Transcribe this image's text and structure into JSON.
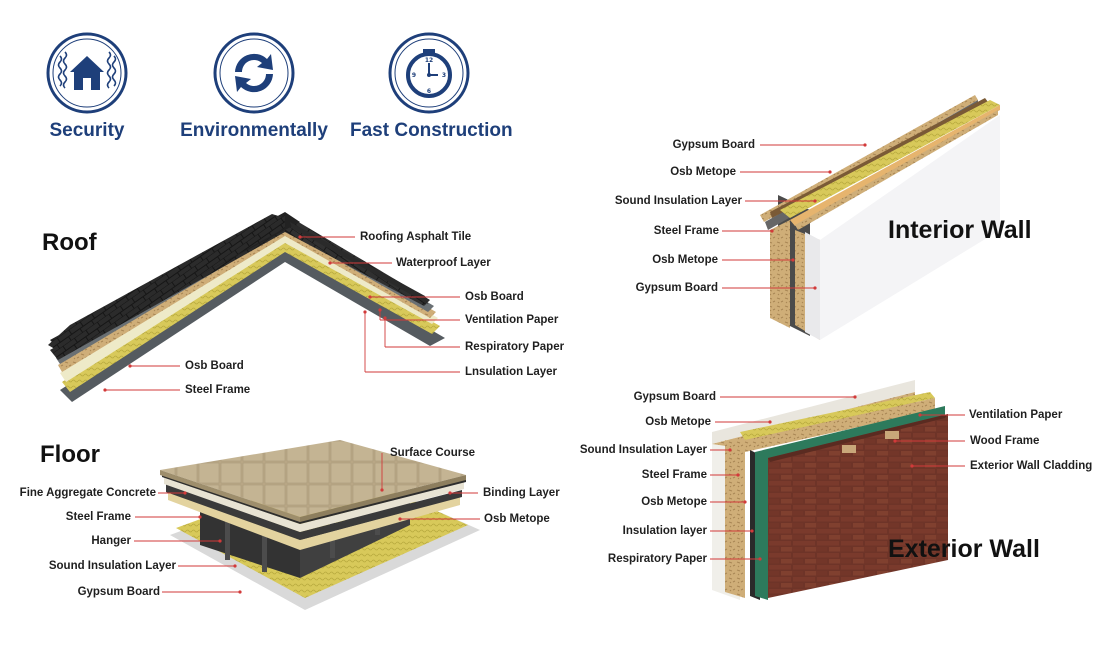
{
  "features": [
    {
      "label": "Security",
      "icon": "house-shield-icon"
    },
    {
      "label": "Environmentally",
      "icon": "recycle-arrows-icon"
    },
    {
      "label": "Fast Construction",
      "icon": "clock-icon"
    }
  ],
  "colors": {
    "brand": "#1e3f7a",
    "leader": "#d23a3a"
  },
  "roof": {
    "title": "Roof",
    "labels": [
      "Roofing Asphalt Tile",
      "Waterproof Layer",
      "Osb Board",
      "Ventilation Paper",
      "Respiratory Paper",
      "Lnsulation Layer",
      "Osb Board",
      "Steel Frame"
    ]
  },
  "floor": {
    "title": "Floor",
    "labels": [
      "Surface Course",
      "Fine Aggregate Concrete",
      "Binding Layer",
      "Steel Frame",
      "Osb Metope",
      "Hanger",
      "Sound Insulation Layer",
      "Gypsum Board"
    ]
  },
  "interior_wall": {
    "title": "Interior Wall",
    "labels": [
      "Gypsum Board",
      "Osb Metope",
      "Sound Insulation Layer",
      "Steel Frame",
      "Osb Metope",
      "Gypsum Board"
    ]
  },
  "exterior_wall": {
    "title": "Exterior Wall",
    "labels": [
      "Gypsum Board",
      "Ventilation Paper",
      "Osb Metope",
      "Sound Insulation Layer",
      "Wood Frame",
      "Exterior Wall Cladding",
      "Steel Frame",
      "Osb Metope",
      "Insulation layer",
      "Respiratory Paper"
    ]
  }
}
